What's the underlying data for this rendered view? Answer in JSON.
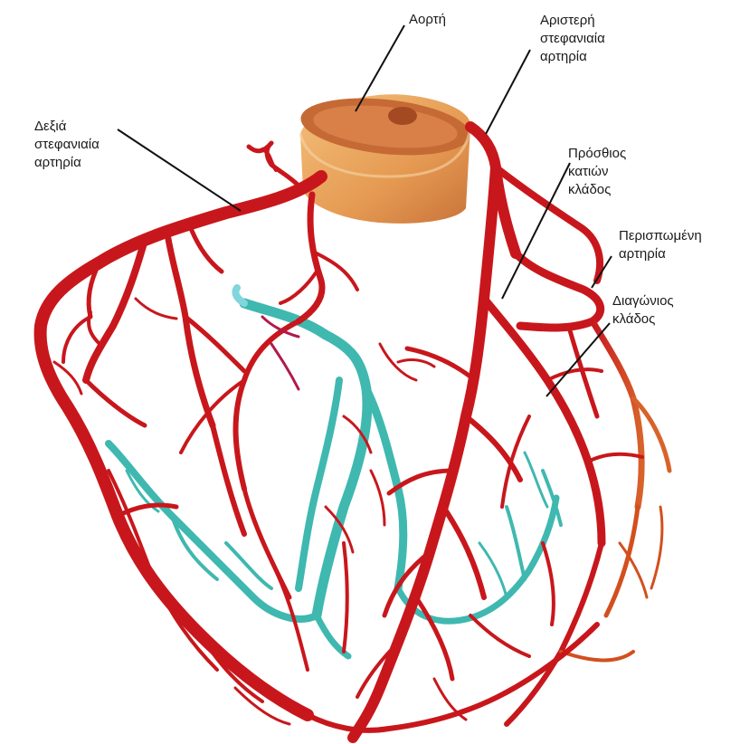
{
  "labels": {
    "aorta": [
      "Αορτή"
    ],
    "left_coronary": [
      "Αριστερή",
      "στεφανιαία",
      "αρτηρία"
    ],
    "right_coronary": [
      "Δεξιά",
      "στεφανιαία",
      "αρτηρία"
    ],
    "anterior_descending": [
      "Πρόσθιος",
      "κατιών",
      "κλάδος"
    ],
    "circumflex": [
      "Περισπωμένη",
      "αρτηρία"
    ],
    "diagonal": [
      "Διαγώνιος",
      "κλάδος"
    ]
  },
  "colors": {
    "artery": "#c8171c",
    "artery_dark": "#9e1014",
    "artery_orange": "#d2501e",
    "vein": "#3fb8b0",
    "vein_light": "#7fd6dc",
    "aorta_outer": "#e59a52",
    "aorta_inner": "#c56a35",
    "leader": "#111111"
  }
}
